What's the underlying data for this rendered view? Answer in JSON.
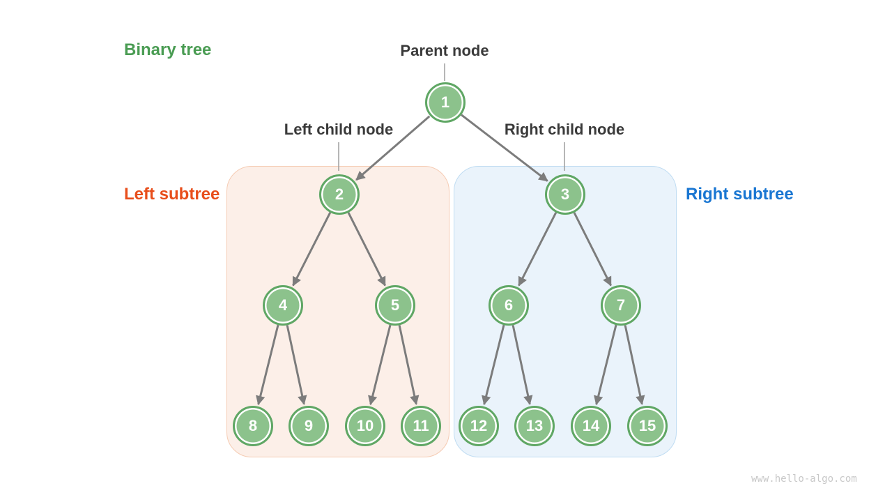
{
  "labels": {
    "binary_tree": "Binary tree",
    "parent_node": "Parent node",
    "left_child_node": "Left child node",
    "right_child_node": "Right child node",
    "left_subtree": "Left subtree",
    "right_subtree": "Right subtree"
  },
  "watermark": "www.hello-algo.com",
  "tree": {
    "nodes": [
      {
        "value": "1"
      },
      {
        "value": "2"
      },
      {
        "value": "3"
      },
      {
        "value": "4"
      },
      {
        "value": "5"
      },
      {
        "value": "6"
      },
      {
        "value": "7"
      },
      {
        "value": "8"
      },
      {
        "value": "9"
      },
      {
        "value": "10"
      },
      {
        "value": "11"
      },
      {
        "value": "12"
      },
      {
        "value": "13"
      },
      {
        "value": "14"
      },
      {
        "value": "15"
      }
    ],
    "edges": [
      [
        1,
        2
      ],
      [
        1,
        3
      ],
      [
        2,
        4
      ],
      [
        2,
        5
      ],
      [
        3,
        6
      ],
      [
        3,
        7
      ],
      [
        4,
        8
      ],
      [
        4,
        9
      ],
      [
        5,
        10
      ],
      [
        5,
        11
      ],
      [
        6,
        12
      ],
      [
        6,
        13
      ],
      [
        7,
        14
      ],
      [
        7,
        15
      ]
    ]
  },
  "colors": {
    "node_fill": "#8CC28C",
    "node_border": "#60A765",
    "node_text": "#FFFFFF",
    "edge": "#7C7C7C",
    "binary_tree_text": "#4A9C53",
    "left_subtree_text": "#E84E1B",
    "right_subtree_text": "#1976D2",
    "left_panel_fill": "#FCEFE8",
    "left_panel_border": "#F5CBB3",
    "right_panel_fill": "#EAF3FB",
    "right_panel_border": "#BFDCF2",
    "annotation_text": "#3A3A3A",
    "watermark_text": "#C8C8C8"
  }
}
